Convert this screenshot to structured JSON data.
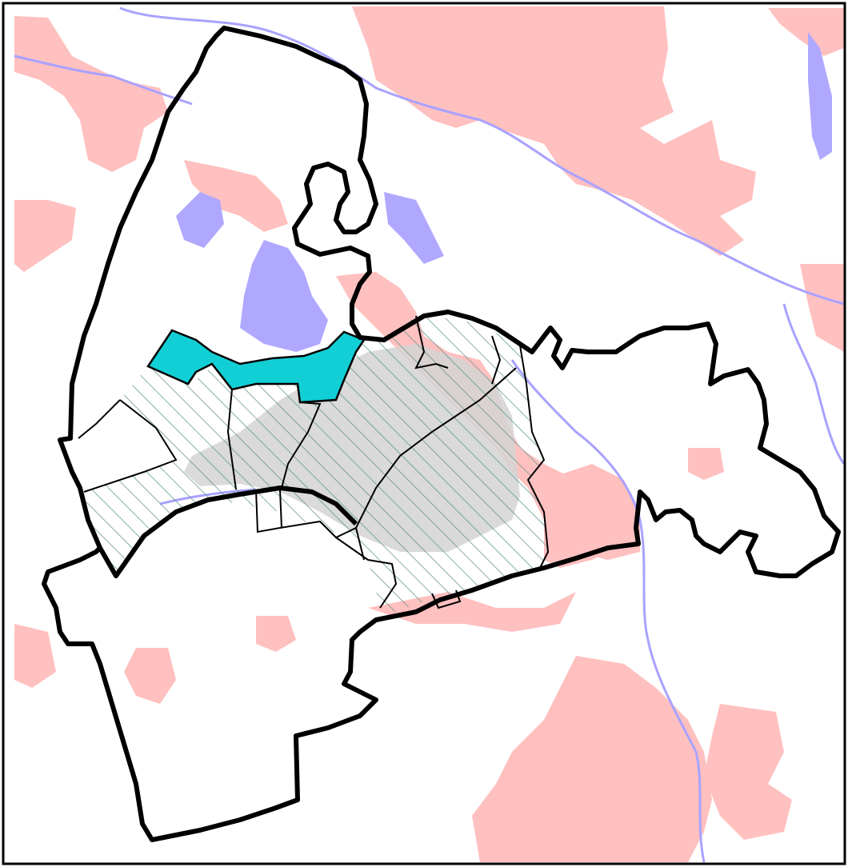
{
  "map": {
    "colors": {
      "background": "#ffffff",
      "urban": "#ffc0c0",
      "water": "#b0a8ff",
      "river": "#a9a2ff",
      "highlight": "#12cfd6",
      "core_shade": "#d3d3d3",
      "hatch": "#6a9a8e",
      "boundary": "#000000"
    },
    "layers": [
      "urban-areas",
      "water-bodies",
      "rivers",
      "municipality-boundary",
      "district-boundaries",
      "hatched-districts",
      "highlighted-district"
    ],
    "labels": []
  }
}
